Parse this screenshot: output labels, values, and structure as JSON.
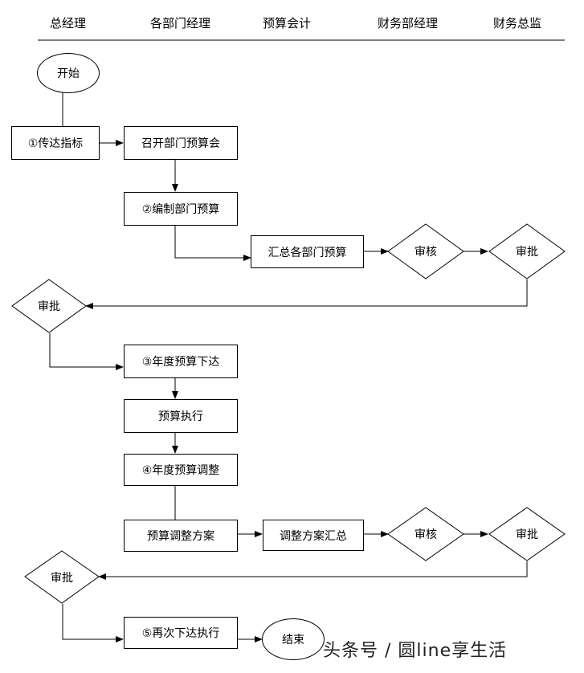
{
  "lanes": {
    "gm": "总经理",
    "dept_managers": "各部门经理",
    "budget_accountant": "预算会计",
    "finance_manager": "财务部经理",
    "cfo": "财务总监"
  },
  "nodes": {
    "start": "开始",
    "convey_targets": "①传达指标",
    "dept_budget_meeting": "召开部门预算会",
    "prepare_dept_budget": "②编制部门预算",
    "summarize_budgets": "汇总各部门预算",
    "review_1": "审核",
    "approve_1_cfo": "审批",
    "approve_1_gm": "审批",
    "issue_annual_budget": "③年度预算下达",
    "execute_budget": "预算执行",
    "adjust_annual_budget": "④年度预算调整",
    "adjustment_plan": "预算调整方案",
    "summarize_adjustment": "调整方案汇总",
    "review_2": "审核",
    "approve_2_cfo": "审批",
    "approve_2_gm": "审批",
    "reissue_execute": "⑤再次下达执行",
    "end": "结束"
  },
  "watermark": "头条号 / 圆line享生活"
}
